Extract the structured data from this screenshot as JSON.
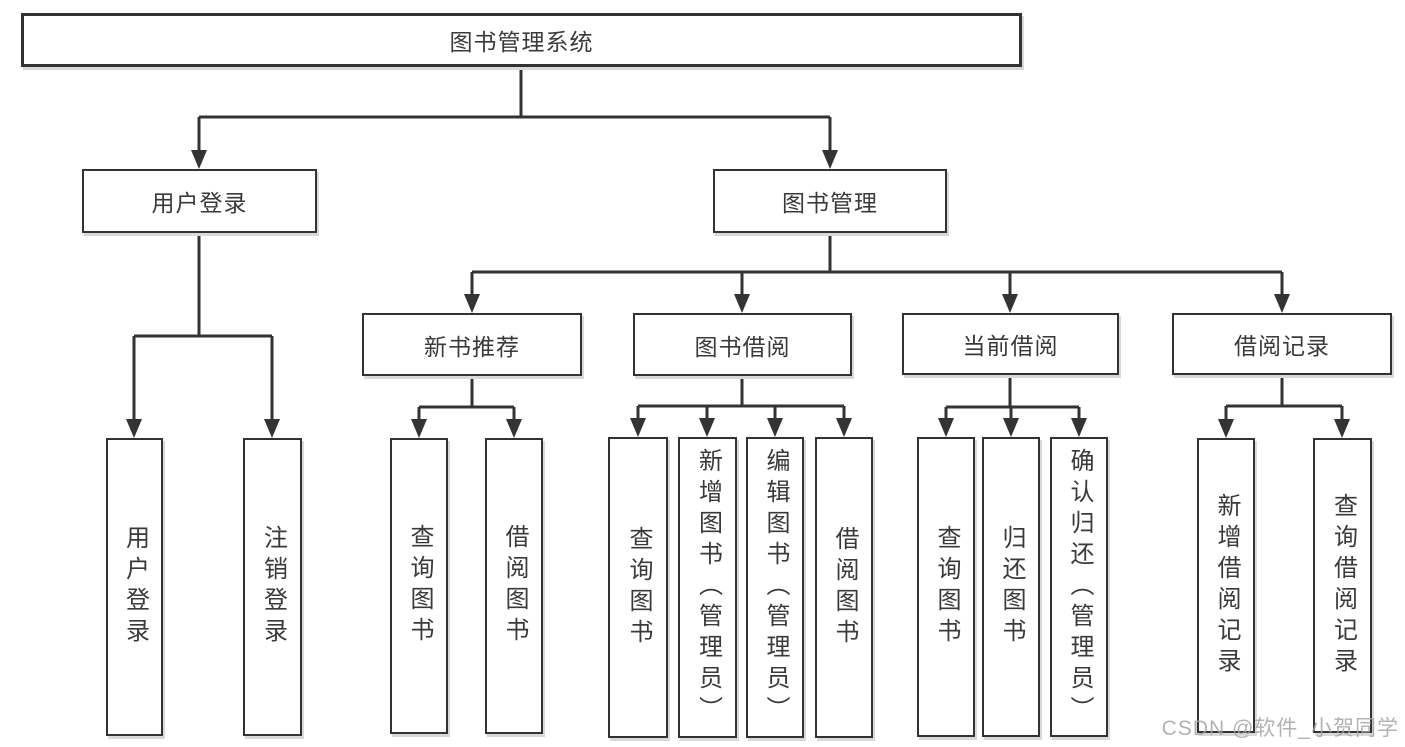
{
  "diagram": {
    "title": "图书管理系统",
    "root": {
      "label": "图书管理系统"
    },
    "level1": [
      {
        "label": "用户登录"
      },
      {
        "label": "图书管理"
      }
    ],
    "level2": [
      {
        "label": "新书推荐",
        "parent": "图书管理"
      },
      {
        "label": "图书借阅",
        "parent": "图书管理"
      },
      {
        "label": "当前借阅",
        "parent": "图书管理"
      },
      {
        "label": "借阅记录",
        "parent": "图书管理"
      }
    ],
    "leaves": [
      {
        "label": "用户登录",
        "parent": "用户登录"
      },
      {
        "label": "注销登录",
        "parent": "用户登录"
      },
      {
        "label": "查询图书",
        "parent": "新书推荐"
      },
      {
        "label": "借阅图书",
        "parent": "新书推荐"
      },
      {
        "label": "查询图书",
        "parent": "图书借阅"
      },
      {
        "label": "新增图书（管理员）",
        "parent": "图书借阅"
      },
      {
        "label": "编辑图书（管理员）",
        "parent": "图书借阅"
      },
      {
        "label": "借阅图书",
        "parent": "图书借阅"
      },
      {
        "label": "查询图书",
        "parent": "当前借阅"
      },
      {
        "label": "归还图书",
        "parent": "当前借阅"
      },
      {
        "label": "确认归还（管理员）",
        "parent": "当前借阅"
      },
      {
        "label": "新增借阅记录",
        "parent": "借阅记录"
      },
      {
        "label": "查询借阅记录",
        "parent": "借阅记录"
      }
    ]
  },
  "watermark": {
    "text": "CSDN @软件_小贺同学"
  },
  "colors": {
    "line": "#333333",
    "text": "#3a3a3a",
    "background": "#ffffff",
    "watermark": "#a4a4a4"
  }
}
